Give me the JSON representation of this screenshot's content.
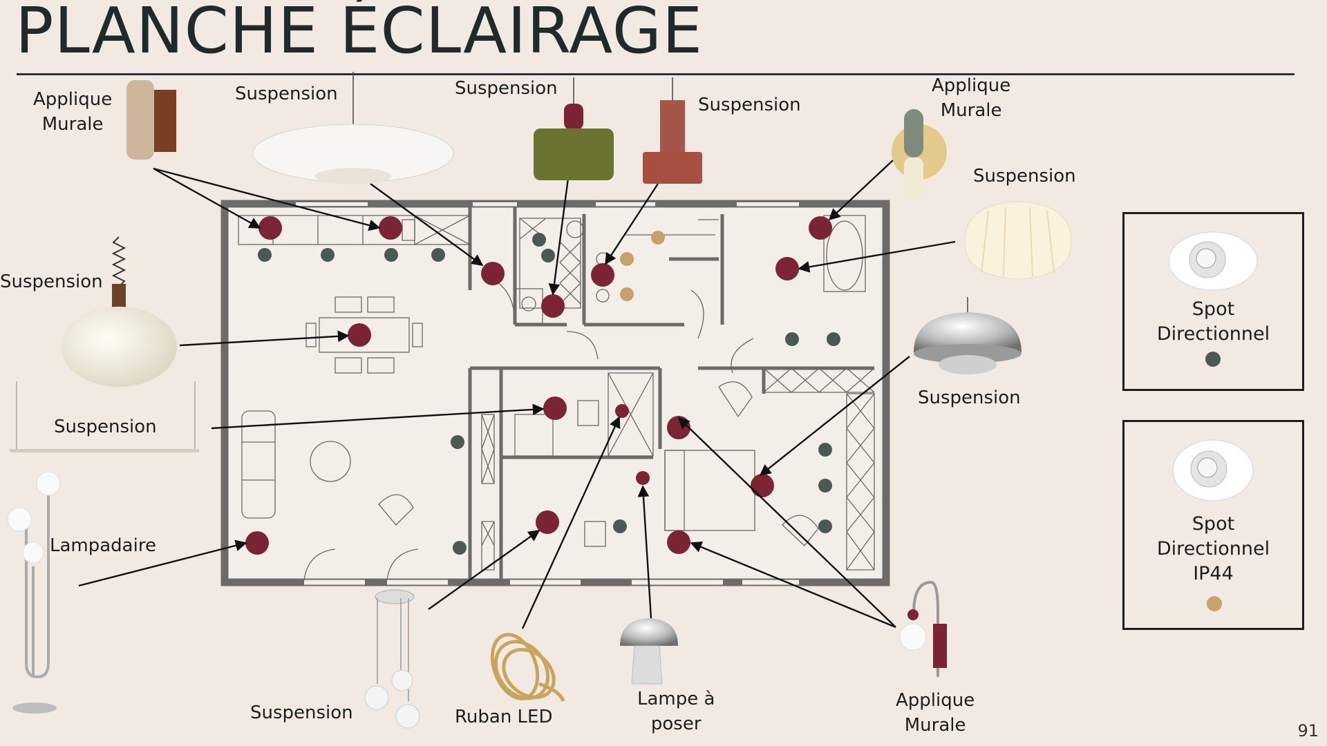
{
  "title": "PLANCHE ÉCLAIRAGE",
  "page_number": "91",
  "colors": {
    "red_marker": "#7a2435",
    "green_marker": "#4a5a52",
    "gold_marker": "#c6a16a",
    "plan_wall": "#6d6a67"
  },
  "labels": {
    "applique_tl": [
      "Applique",
      "Murale"
    ],
    "suspension_1": "Suspension",
    "suspension_2": "Suspension",
    "suspension_3": "Suspension",
    "applique_tr": [
      "Applique",
      "Murale"
    ],
    "suspension_4": "Suspension",
    "suspension_left": "Suspension",
    "suspension_chrome": "Suspension",
    "suspension_linear": "Suspension",
    "lampadaire": "Lampadaire",
    "suspension_bottom": "Suspension",
    "ruban_led": "Ruban LED",
    "lampe_a_poser": [
      "Lampe à",
      "poser"
    ],
    "applique_br": [
      "Applique",
      "Murale"
    ]
  },
  "legend": [
    {
      "lines": [
        "Spot",
        "Directionnel"
      ],
      "marker_color": "#4a5a52",
      "icon": "spotlight-icon"
    },
    {
      "lines": [
        "Spot",
        "Directionnel",
        "IP44"
      ],
      "marker_color": "#c6a16a",
      "icon": "spotlight-icon"
    }
  ]
}
